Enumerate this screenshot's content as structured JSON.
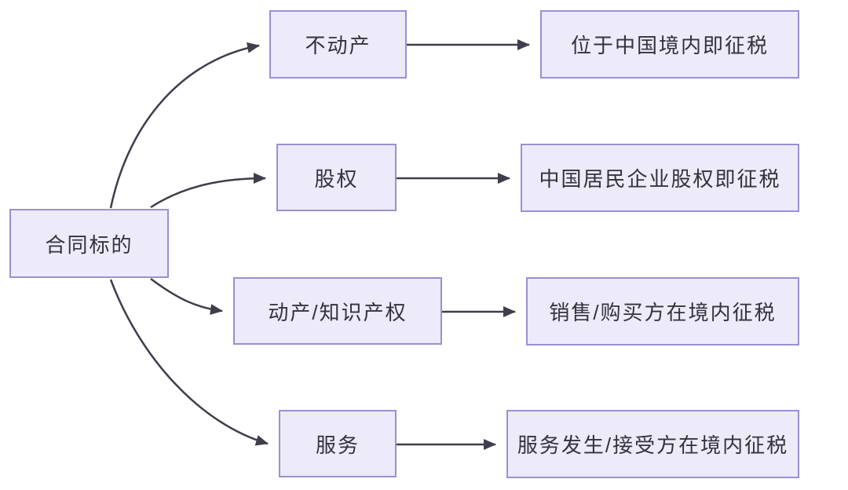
{
  "diagram": {
    "root": {
      "label": "合同标的"
    },
    "branches": [
      {
        "label": "不动产",
        "result": "位于中国境内即征税"
      },
      {
        "label": "股权",
        "result": "中国居民企业股权即征税"
      },
      {
        "label": "动产/知识产权",
        "result": "销售/购买方在境内征税"
      },
      {
        "label": "服务",
        "result": "服务发生/接受方在境内征税"
      }
    ],
    "colors": {
      "node_fill": "#EDEAF9",
      "node_border": "#9C8FD4",
      "text": "#33323D",
      "arrow": "#3F3E4A",
      "background": "#FFFFFF"
    }
  }
}
